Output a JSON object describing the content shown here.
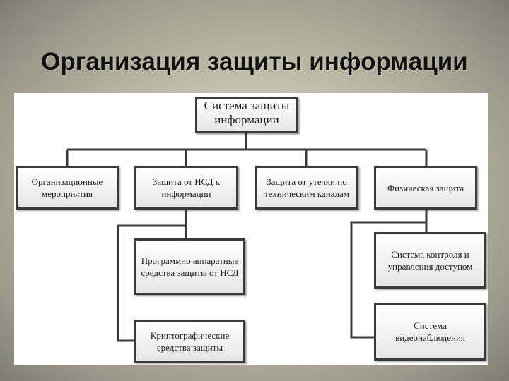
{
  "slide": {
    "title": "Организация защиты  информации"
  },
  "diagram": {
    "root": "Система защиты\nинформации",
    "level1": [
      "Организационные\nмероприятия",
      "Защита от НСД к\nинформации",
      "Защита от утечки по\nтехническим каналам",
      "Физическая защита"
    ],
    "nsd_children": [
      "Программно аппаратные\nсредства защиты от НСД",
      "Криптографические\nсредства защиты"
    ],
    "physical_children": [
      "Система контроля и\nуправления доступом",
      "Система\nвидеонаблюдения"
    ]
  }
}
